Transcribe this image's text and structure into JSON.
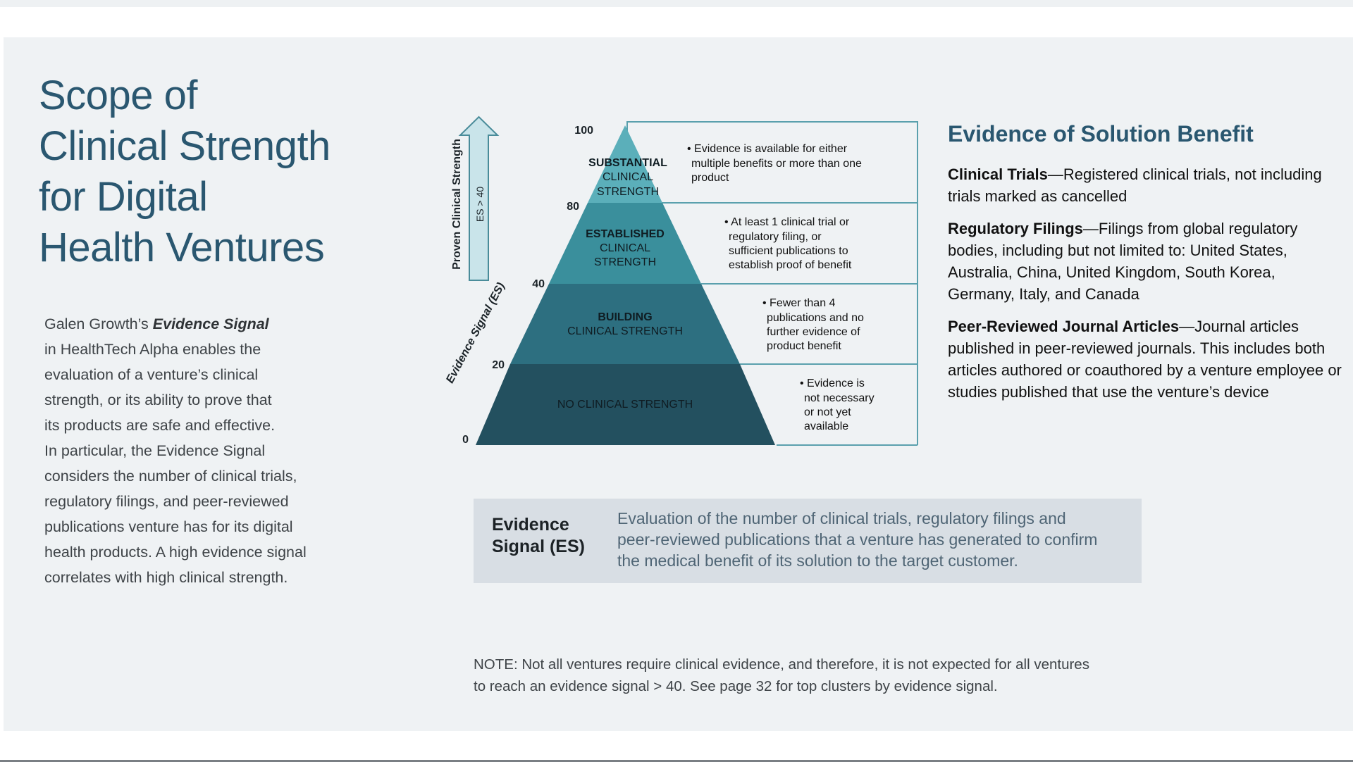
{
  "slide": {
    "title_lines": [
      "Scope of",
      "Clinical Strength",
      "for Digital",
      "Health Ventures"
    ],
    "intro": {
      "lead": "Galen Growth’s ",
      "emphasis": "Evidence Signal",
      "lines": [
        "in HealthTech Alpha enables the",
        "evaluation of a venture’s clinical",
        "strength, or its ability to prove that",
        "its products are safe and effective.",
        "In particular, the Evidence Signal",
        "considers the number of clinical trials,",
        "regulatory filings, and peer-reviewed",
        "publications venture has for its digital",
        "health products. A high evidence signal",
        "correlates with high clinical strength."
      ]
    }
  },
  "pyramid": {
    "arrow_label": "Proven Clinical Strength",
    "arrow_inner_label": "ES > 40",
    "axis_label": "Evidence Signal (ES)",
    "ticks": [
      "100",
      "80",
      "40",
      "20",
      "0"
    ],
    "levels": [
      {
        "name_lines": [
          "SUBSTANTIAL",
          "CLINICAL",
          "STRENGTH"
        ],
        "desc_lines": [
          "• Evidence is available for either",
          "multiple benefits or more than one",
          "product"
        ]
      },
      {
        "name_lines": [
          "ESTABLISHED",
          "CLINICAL",
          "STRENGTH"
        ],
        "desc_lines": [
          "• At least 1 clinical trial or",
          "regulatory filing, or",
          "sufficient publications to",
          "establish proof of benefit"
        ]
      },
      {
        "name_lines": [
          "BUILDING",
          "CLINICAL STRENGTH"
        ],
        "desc_lines": [
          "• Fewer than 4",
          "publications and no",
          "further evidence of",
          "product benefit"
        ]
      },
      {
        "name_lines": [
          "NO CLINICAL STRENGTH"
        ],
        "desc_lines": [
          "• Evidence is",
          "not necessary",
          "or not yet",
          "available"
        ]
      }
    ],
    "colors": [
      "#5bafba",
      "#3a8f9c",
      "#2d6f80",
      "#23505f"
    ]
  },
  "benefits": {
    "heading": "Evidence of Solution Benefit",
    "items": [
      {
        "term": "Clinical Trials",
        "text": "—Registered clinical trials, not including trials marked as cancelled"
      },
      {
        "term": "Regulatory Filings",
        "text": "—Filings from global regulatory bodies, including but not limited to: United States, Australia, China, United Kingdom, South Korea, Germany, Italy, and Canada"
      },
      {
        "term": "Peer-Reviewed Journal Articles",
        "text": "—Journal articles published in peer-reviewed journals. This includes both articles authored or coauthored by a venture employee or studies published that use the venture’s device"
      }
    ]
  },
  "evidence_signal": {
    "label_lines": [
      "Evidence",
      "Signal (ES)"
    ],
    "definition_lines": [
      "Evaluation of the number of clinical trials, regulatory filings and",
      "peer-reviewed publications that a venture has generated to confirm",
      "the medical benefit of its solution to the target customer."
    ]
  },
  "note": {
    "lines": [
      "NOTE: Not all ventures require clinical evidence, and therefore, it is not expected for all ventures",
      "to reach an evidence signal > 40. See page 32 for top clusters by evidence signal."
    ]
  }
}
